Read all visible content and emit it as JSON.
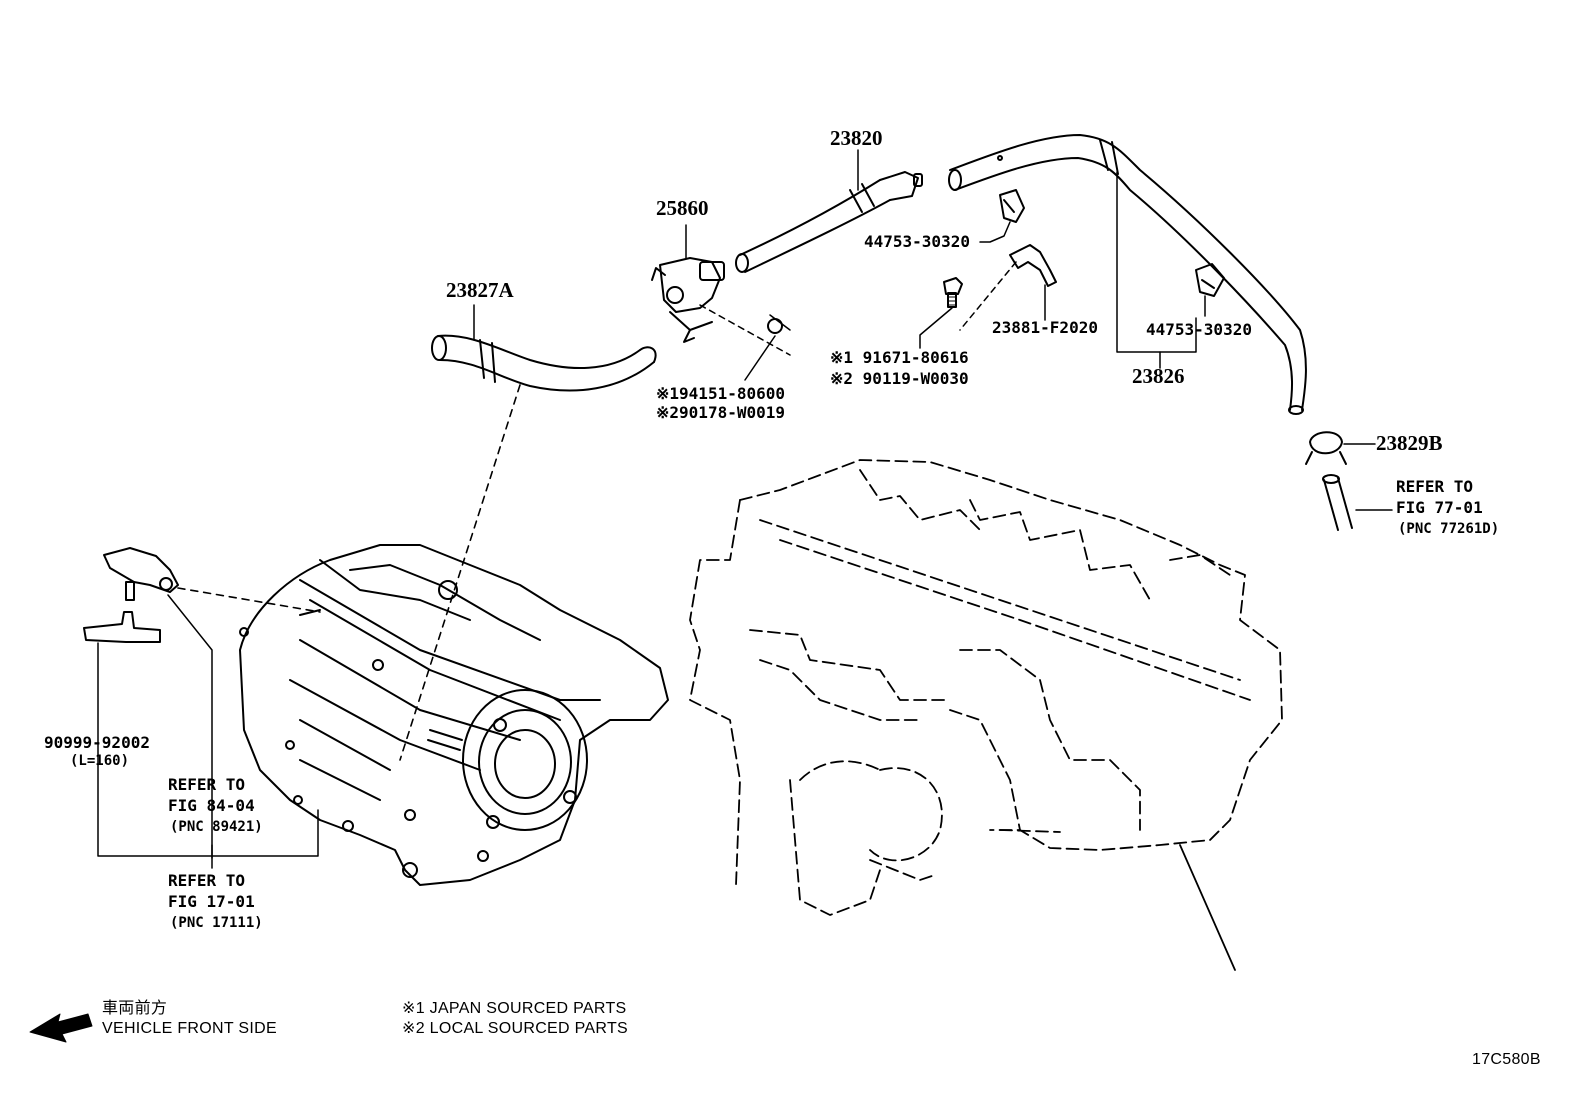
{
  "part_labels": {
    "p23820": "23820",
    "p25860": "25860",
    "p23827A": "23827A",
    "p44753_top": "44753-30320",
    "p23881": "23881-F2020",
    "p44753_right": "44753-30320",
    "p23826": "23826",
    "p23829B": "23829B",
    "p91671": "※1 91671-80616",
    "p90119": "※2 90119-W0030",
    "p94151": "※194151-80600",
    "p90178": "※290178-W0019",
    "p90999": "90999-92002",
    "p90999_len": "(L=160)"
  },
  "references": {
    "ref77": {
      "line1": "REFER TO",
      "line2": "FIG 77-01",
      "line3": "(PNC 77261D)"
    },
    "ref84": {
      "line1": "REFER TO",
      "line2": "FIG 84-04",
      "line3": "(PNC 89421)"
    },
    "ref17": {
      "line1": "REFER TO",
      "line2": "FIG 17-01",
      "line3": "(PNC 17111)"
    }
  },
  "legend": {
    "front_jp": "車両前方",
    "front_en": "VEHICLE FRONT SIDE",
    "note1": "※1  JAPAN SOURCED PARTS",
    "note2": "※2  LOCAL SOURCED PARTS"
  },
  "figure_code": "17C580B",
  "colors": {
    "ink": "#000000",
    "paper": "#ffffff"
  }
}
